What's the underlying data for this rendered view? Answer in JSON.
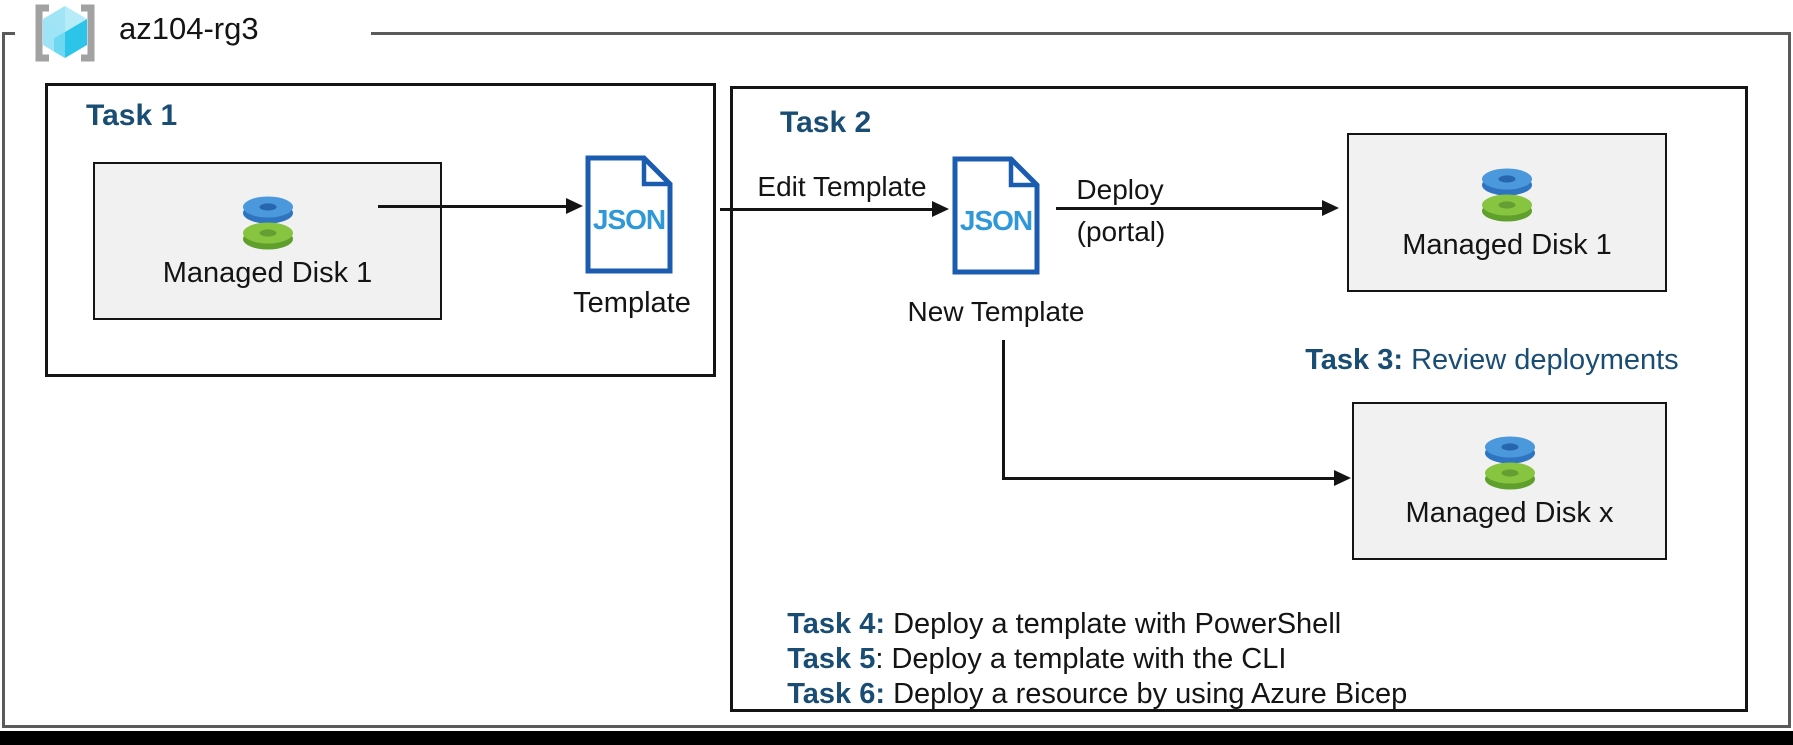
{
  "resource_group": {
    "name": "az104-rg3"
  },
  "json_doc_label": "JSON",
  "task1": {
    "title": "Task 1",
    "disk_label": "Managed Disk 1",
    "template_label": "Template"
  },
  "task2": {
    "title": "Task 2",
    "edit_arrow_label": "Edit Template",
    "new_template_label": "New Template",
    "deploy_label": "Deploy",
    "deploy_sublabel": "(portal)",
    "disk1_label": "Managed Disk 1",
    "diskx_label": "Managed Disk x"
  },
  "task3": {
    "prefix": "Task 3:",
    "text": " Review deployments"
  },
  "task_list": [
    {
      "prefix": "Task 4:",
      "text": " Deploy a template with PowerShell"
    },
    {
      "prefix": "Task 5",
      "text": ": Deploy a template with the CLI"
    },
    {
      "prefix": "Task 6:",
      "text": " Deploy a resource by using Azure Bicep"
    }
  ],
  "colors": {
    "heading_blue": "#1a4d74",
    "line_black": "#141414",
    "json_border": "#1b5cb0",
    "json_text": "#2f98d9",
    "disk_blue_top": "#4b98dd",
    "disk_blue_side": "#2e74c0",
    "disk_green_top": "#87c440",
    "disk_green_side": "#5fa02c",
    "managed_disk_box_fill": "#f1f1f1",
    "outer_frame_gray": "#5a5a5a",
    "rg_cube_cyan": "#2cc4e9",
    "rg_bracket_gray": "#a2a2a2"
  }
}
